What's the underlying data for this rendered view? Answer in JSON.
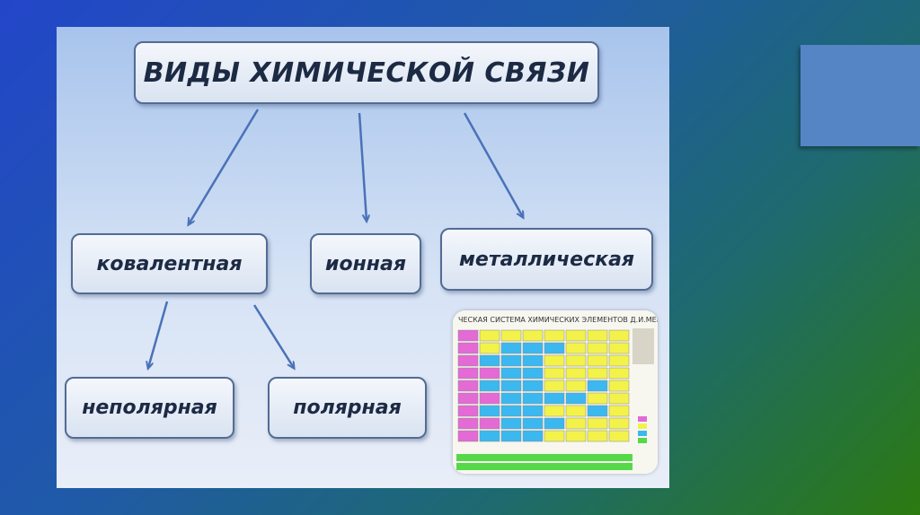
{
  "title": "ВИДЫ ХИМИЧЕСКОЙ СВЯЗИ",
  "types": {
    "covalent": "ковалентная",
    "ionic": "ионная",
    "metallic": "металлическая"
  },
  "covalent_subtypes": {
    "nonpolar": "неполярная",
    "polar": "полярная"
  },
  "periodic_table_image": {
    "header_text": "ЧЕСКАЯ СИСТЕМА ХИМИЧЕСКИХ ЭЛЕМЕНТОВ Д.И.МЕН"
  },
  "colors": {
    "arrow": "#4a72b8",
    "box_border": "#536b94",
    "text": "#1c2a44",
    "s_block": "#e46ad6",
    "p_block": "#f2f24a",
    "d_block": "#3bb8ef",
    "f_block": "#56d84a"
  }
}
